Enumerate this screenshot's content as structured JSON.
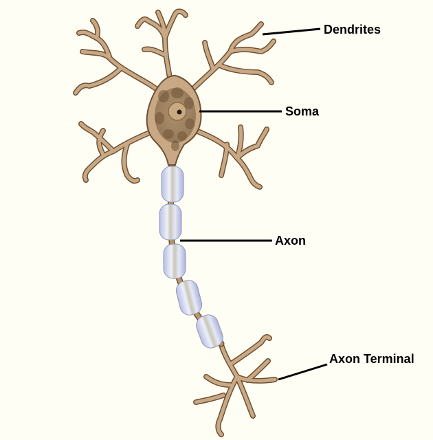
{
  "title": "Neuron diagram",
  "labels": {
    "dendrites": "Dendrites",
    "soma": "Soma",
    "axon": "Axon",
    "axon_terminal": "Axon Terminal"
  },
  "colors": {
    "background": "#fffef4",
    "cell_body": "#c9a985",
    "cell_outline": "#6e5032",
    "myelin": "#c6cde8",
    "leader_line": "#000000"
  }
}
